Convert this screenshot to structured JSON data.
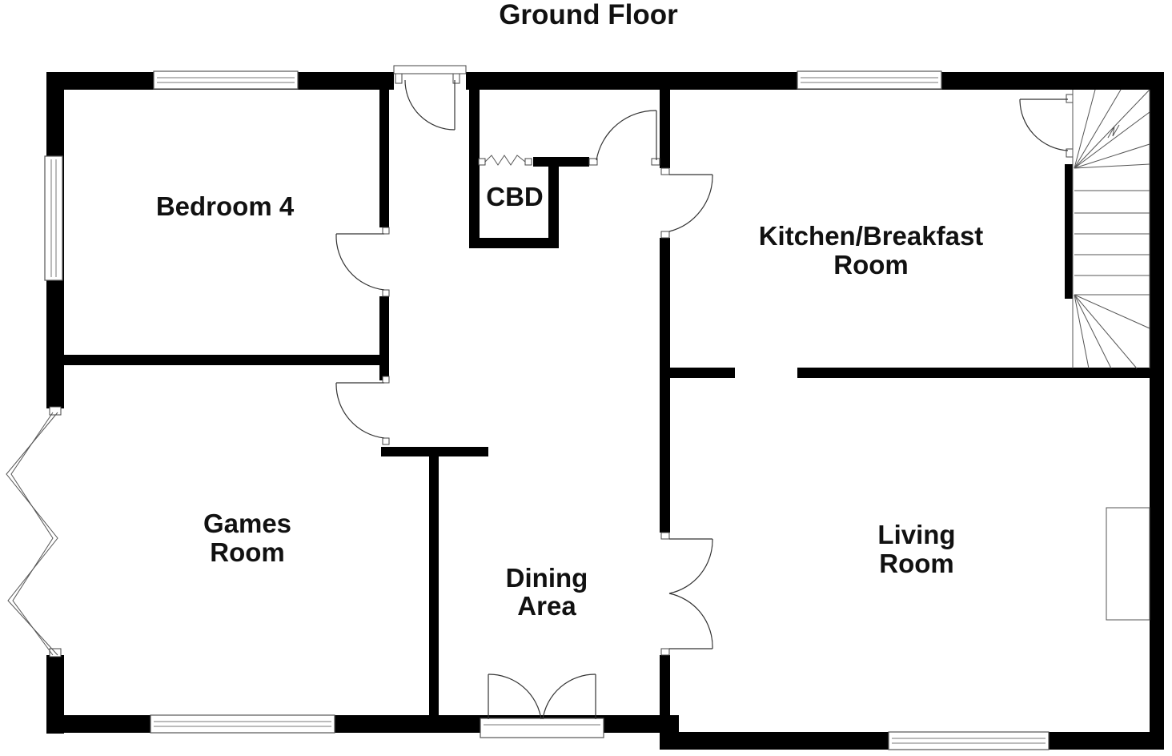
{
  "title": "Ground Floor",
  "rooms": {
    "bedroom_4": "Bedroom 4",
    "cbd": "CBD",
    "kitchen": {
      "line1": "Kitchen/Breakfast",
      "line2": "Room"
    },
    "games": {
      "line1": "Games",
      "line2": "Room"
    },
    "dining": {
      "line1": "Dining",
      "line2": "Area"
    },
    "living": {
      "line1": "Living",
      "line2": "Room"
    }
  },
  "colors": {
    "wall": "#000000",
    "background": "#ffffff",
    "fixture_line": "#555555"
  }
}
